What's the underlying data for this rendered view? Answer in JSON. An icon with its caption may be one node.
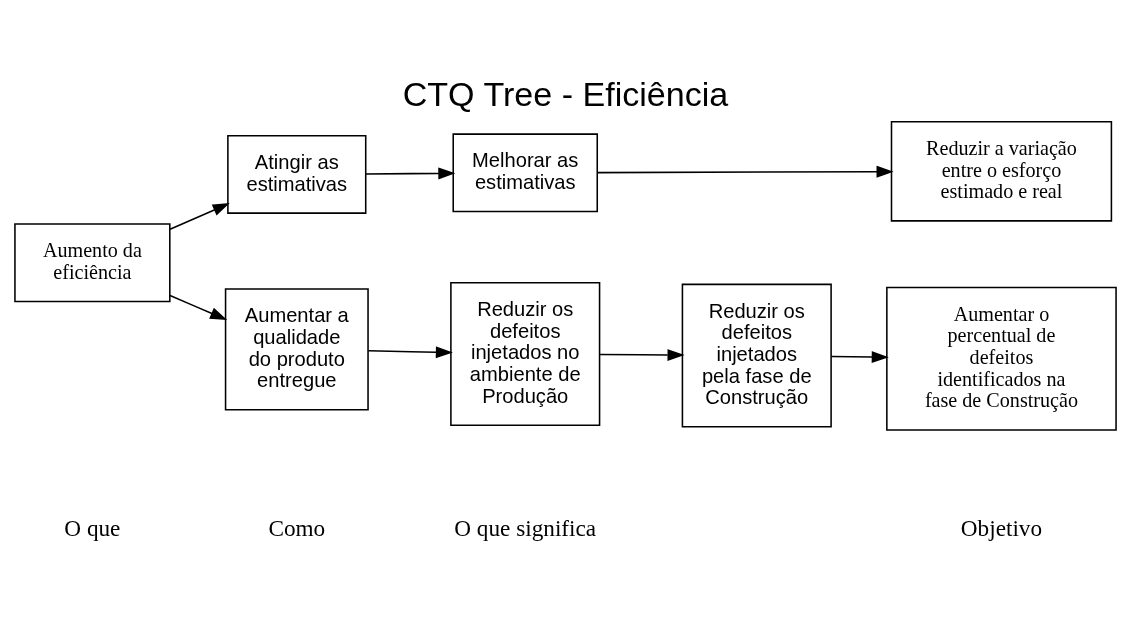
{
  "diagram": {
    "title": "CTQ Tree - Eficiência",
    "nodes": [
      {
        "text": [
          "Aumento da eficiência"
        ]
      },
      {
        "text": [
          "Atingir as estimativas"
        ]
      },
      {
        "text": [
          "Melhorar as estimativas"
        ]
      },
      {
        "text": [
          "Reduzir a variação entre o esforço estimado e real"
        ]
      },
      {
        "text": [
          "Aumentar a qualidade do produto entregue"
        ]
      },
      {
        "text": [
          "Reduzir os defeitos injetados no ambiente de Produção"
        ]
      },
      {
        "text": [
          "Reduzir os defeitos injetados pela fase de Construção"
        ]
      },
      {
        "text": [
          "Aumentar o percentual de defeitos identificados na fase de Construção"
        ]
      }
    ],
    "edges": [
      {
        "from": 0,
        "to": 1,
        "arrow": "to"
      },
      {
        "from": 1,
        "to": 2,
        "arrow": "to"
      },
      {
        "from": 2,
        "to": 3,
        "arrow": "to"
      },
      {
        "from": 0,
        "to": 4,
        "arrow": "to"
      },
      {
        "from": 4,
        "to": 5,
        "arrow": "to"
      },
      {
        "from": 5,
        "to": 6,
        "arrow": "to"
      },
      {
        "from": 6,
        "to": 7,
        "arrow": "to"
      }
    ],
    "labels": [
      "O que",
      "Como",
      "O que significa",
      "Objetivo"
    ]
  }
}
